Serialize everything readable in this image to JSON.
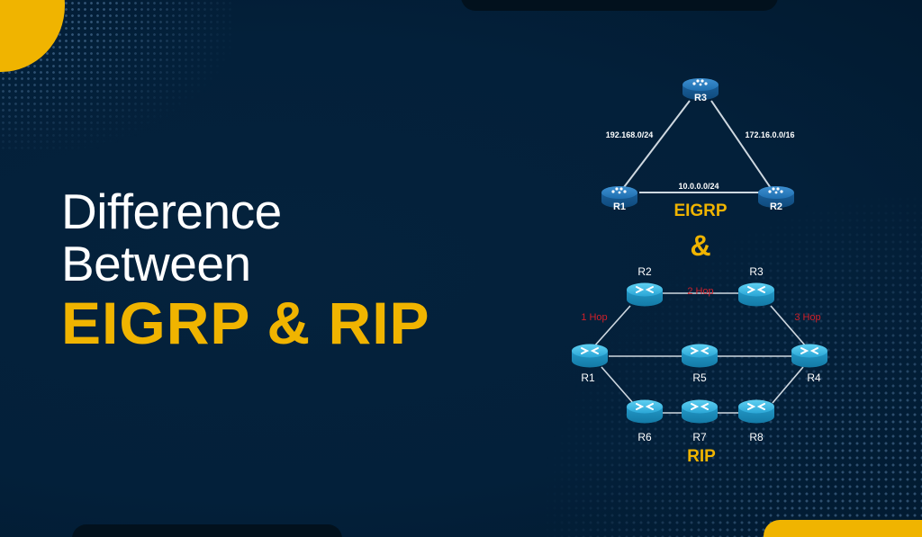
{
  "title": {
    "line1": "Difference",
    "line2": "Between",
    "line3": "EIGRP & RIP"
  },
  "colors": {
    "background": "#03203a",
    "accent_yellow": "#f0b400",
    "router_eigrp": "#1f6fb0",
    "router_rip": "#2aa6d6",
    "hop_label_red": "#d0202a",
    "link_line": "#cfd8e0"
  },
  "eigrp": {
    "label": "EIGRP",
    "routers": [
      {
        "id": "R1",
        "label": "R1"
      },
      {
        "id": "R2",
        "label": "R2"
      },
      {
        "id": "R3",
        "label": "R3"
      }
    ],
    "links": [
      {
        "from": "R1",
        "to": "R3",
        "label": "192.168.0/24"
      },
      {
        "from": "R3",
        "to": "R2",
        "label": "172.16.0.0/16"
      },
      {
        "from": "R1",
        "to": "R2",
        "label": "10.0.0.0/24"
      }
    ]
  },
  "ampersand": "&",
  "rip": {
    "label": "RIP",
    "routers": [
      {
        "id": "R1",
        "label": "R1"
      },
      {
        "id": "R2",
        "label": "R2"
      },
      {
        "id": "R3",
        "label": "R3"
      },
      {
        "id": "R4",
        "label": "R4"
      },
      {
        "id": "R5",
        "label": "R5"
      },
      {
        "id": "R6",
        "label": "R6"
      },
      {
        "id": "R7",
        "label": "R7"
      },
      {
        "id": "R8",
        "label": "R8"
      }
    ],
    "hops": [
      {
        "label": "1 Hop"
      },
      {
        "label": "2 Hop"
      },
      {
        "label": "3 Hop"
      }
    ]
  }
}
